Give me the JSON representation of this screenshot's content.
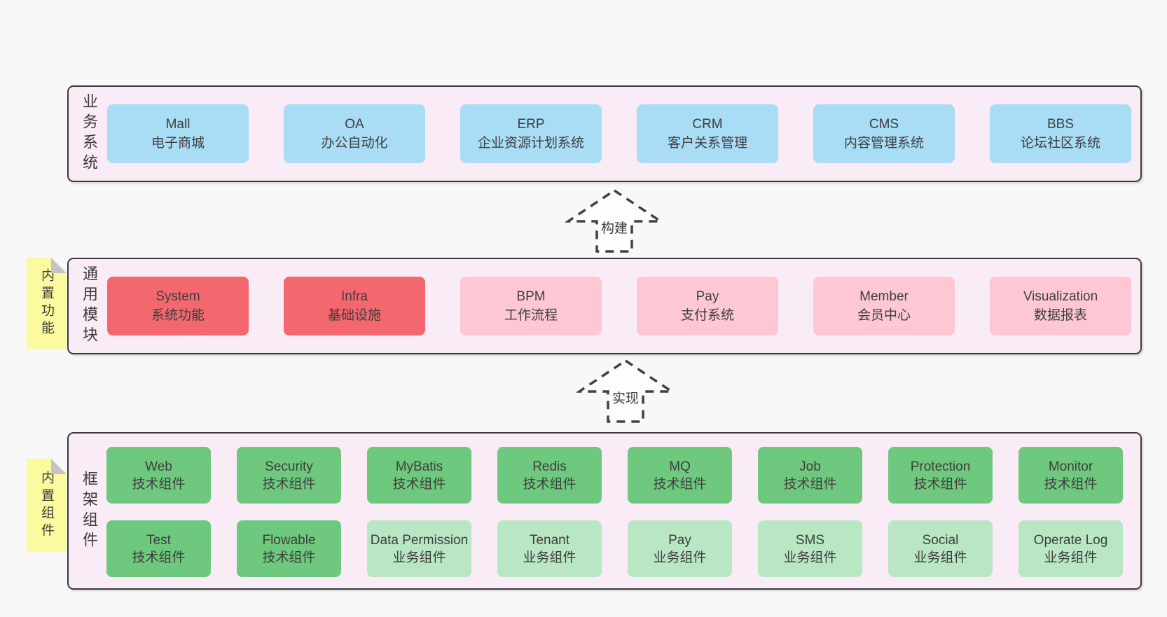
{
  "colors": {
    "band_background": "#f9ecf6",
    "band_border": "#3a3a3a",
    "blue_box": "#a9dcf5",
    "red_box": "#f2686e",
    "pink_box": "#fdc8d3",
    "green_box": "#6ec87d",
    "light_green_box": "#b9e7c3",
    "sticky_note": "#fbfa9e",
    "page_background": "#f8f8f8"
  },
  "arrows": [
    {
      "label": "构建"
    },
    {
      "label": "实现"
    }
  ],
  "bands": {
    "business": {
      "label": "业务系统",
      "boxes": [
        {
          "key": "mall",
          "en": "Mall",
          "zh": "电子商城",
          "variant": "blue"
        },
        {
          "key": "oa",
          "en": "OA",
          "zh": "办公自动化",
          "variant": "blue"
        },
        {
          "key": "erp",
          "en": "ERP",
          "zh": "企业资源计划系统",
          "variant": "blue"
        },
        {
          "key": "crm",
          "en": "CRM",
          "zh": "客户关系管理",
          "variant": "blue"
        },
        {
          "key": "cms",
          "en": "CMS",
          "zh": "内容管理系统",
          "variant": "blue"
        },
        {
          "key": "bbs",
          "en": "BBS",
          "zh": "论坛社区系统",
          "variant": "blue"
        }
      ]
    },
    "modules": {
      "label": "通用模块",
      "sticky": "内置功能",
      "boxes": [
        {
          "key": "system",
          "en": "System",
          "zh": "系统功能",
          "variant": "red"
        },
        {
          "key": "infra",
          "en": "Infra",
          "zh": "基础设施",
          "variant": "red"
        },
        {
          "key": "bpm",
          "en": "BPM",
          "zh": "工作流程",
          "variant": "pink"
        },
        {
          "key": "pay",
          "en": "Pay",
          "zh": "支付系统",
          "variant": "pink"
        },
        {
          "key": "member",
          "en": "Member",
          "zh": "会员中心",
          "variant": "pink"
        },
        {
          "key": "visualization",
          "en": "Visualization",
          "zh": "数据报表",
          "variant": "pink"
        }
      ]
    },
    "components": {
      "label": "框架组件",
      "sticky": "内置组件",
      "rows": [
        [
          {
            "key": "web",
            "en": "Web",
            "zh": "技术组件",
            "variant": "green"
          },
          {
            "key": "security",
            "en": "Security",
            "zh": "技术组件",
            "variant": "green"
          },
          {
            "key": "mybatis",
            "en": "MyBatis",
            "zh": "技术组件",
            "variant": "green"
          },
          {
            "key": "redis",
            "en": "Redis",
            "zh": "技术组件",
            "variant": "green"
          },
          {
            "key": "mq",
            "en": "MQ",
            "zh": "技术组件",
            "variant": "green"
          },
          {
            "key": "job",
            "en": "Job",
            "zh": "技术组件",
            "variant": "green"
          },
          {
            "key": "protection",
            "en": "Protection",
            "zh": "技术组件",
            "variant": "green"
          },
          {
            "key": "monitor",
            "en": "Monitor",
            "zh": "技术组件",
            "variant": "green"
          }
        ],
        [
          {
            "key": "test",
            "en": "Test",
            "zh": "技术组件",
            "variant": "green"
          },
          {
            "key": "flowable",
            "en": "Flowable",
            "zh": "技术组件",
            "variant": "green"
          },
          {
            "key": "data-permission",
            "en": "Data Permission",
            "zh": "业务组件",
            "variant": "lightgreen"
          },
          {
            "key": "tenant",
            "en": "Tenant",
            "zh": "业务组件",
            "variant": "lightgreen"
          },
          {
            "key": "pay-biz",
            "en": "Pay",
            "zh": "业务组件",
            "variant": "lightgreen"
          },
          {
            "key": "sms",
            "en": "SMS",
            "zh": "业务组件",
            "variant": "lightgreen"
          },
          {
            "key": "social",
            "en": "Social",
            "zh": "业务组件",
            "variant": "lightgreen"
          },
          {
            "key": "operate-log",
            "en": "Operate Log",
            "zh": "业务组件",
            "variant": "lightgreen"
          }
        ]
      ]
    }
  }
}
